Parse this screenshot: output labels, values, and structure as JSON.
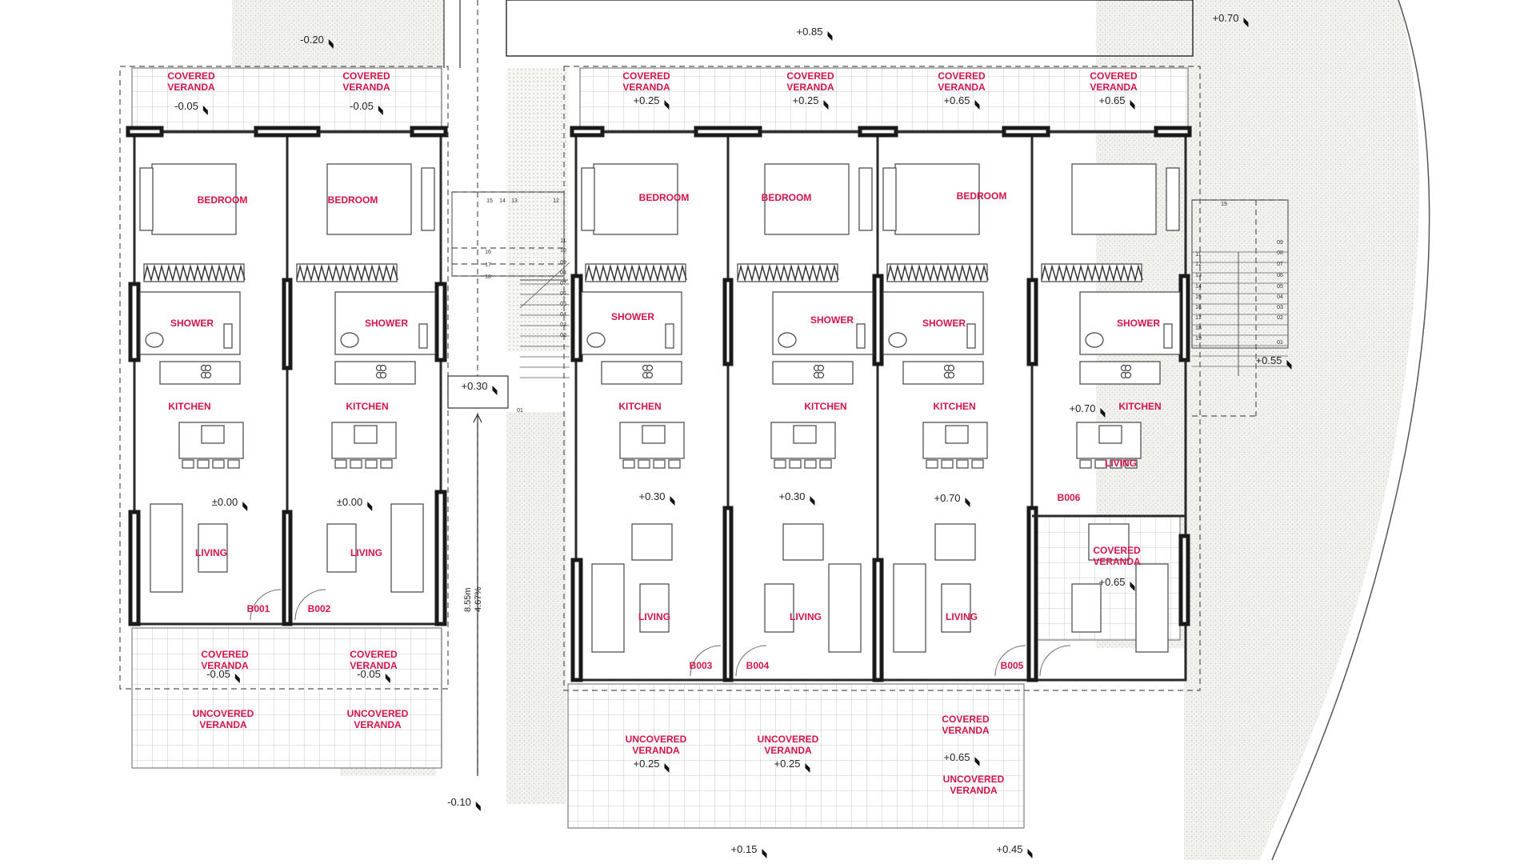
{
  "drawing": {
    "units": [
      {
        "name": "B001",
        "bedroom": "BEDROOM",
        "shower": "SHOWER",
        "kitchen": "KITCHEN",
        "living": "LIVING",
        "floor_level": "±0.00",
        "front_top_line1": "COVERED",
        "front_top_line2": "VERANDA",
        "front_top_level": "-0.05",
        "back_line1": "COVERED",
        "back_line2": "VERANDA",
        "back_level": "-0.05",
        "back2_line1": "UNCOVERED",
        "back2_line2": "VERANDA"
      },
      {
        "name": "B002",
        "bedroom": "BEDROOM",
        "shower": "SHOWER",
        "kitchen": "KITCHEN",
        "living": "LIVING",
        "floor_level": "±0.00",
        "front_top_line1": "COVERED",
        "front_top_line2": "VERANDA",
        "front_top_level": "-0.05",
        "back_line1": "COVERED",
        "back_line2": "VERANDA",
        "back_level": "-0.05",
        "back2_line1": "UNCOVERED",
        "back2_line2": "VERANDA"
      },
      {
        "name": "B003",
        "bedroom": "BEDROOM",
        "shower": "SHOWER",
        "kitchen": "KITCHEN",
        "living": "LIVING",
        "floor_level": "+0.30",
        "front_top_line1": "COVERED",
        "front_top_line2": "VERANDA",
        "front_top_level": "+0.25",
        "back_line1": "UNCOVERED",
        "back_line2": "VERANDA",
        "back_level": "+0.25"
      },
      {
        "name": "B004",
        "bedroom": "BEDROOM",
        "shower": "SHOWER",
        "kitchen": "KITCHEN",
        "living": "LIVING",
        "floor_level": "+0.30",
        "front_top_line1": "COVERED",
        "front_top_line2": "VERANDA",
        "front_top_level": "+0.25",
        "back_line1": "UNCOVERED",
        "back_line2": "VERANDA",
        "back_level": "+0.25"
      },
      {
        "name": "B005",
        "bedroom": "BEDROOM",
        "shower": "SHOWER",
        "kitchen": "KITCHEN",
        "living": "LIVING",
        "floor_level": "+0.70",
        "front_top_line1": "COVERED",
        "front_top_line2": "VERANDA",
        "front_top_level": "+0.65",
        "back_line1": "COVERED",
        "back_line2": "VERANDA",
        "back_level": "+0.65",
        "back2_line1": "UNCOVERED",
        "back2_line2": "VERANDA"
      },
      {
        "name": "B006",
        "shower": "SHOWER",
        "kitchen": "KITCHEN",
        "living": "LIVING",
        "floor_level": "+0.70",
        "front_top_line1": "COVERED",
        "front_top_line2": "VERANDA",
        "front_top_level": "+0.65",
        "back_line1": "COVERED",
        "back_line2": "VERANDA",
        "back_level": "+0.65"
      }
    ],
    "site_levels": {
      "north_left": "-0.20",
      "north_center": "+0.85",
      "north_right": "+0.70",
      "stair_landing": "+0.30",
      "east_stair": "+0.55",
      "south_left": "-0.10",
      "south_center": "+0.15",
      "south_right": "+0.45"
    },
    "ramp_dimension": {
      "length": "8.55m",
      "slope": "4.67%"
    },
    "stair_left_steps": [
      "15",
      "14",
      "13",
      "12",
      "16",
      "11",
      "17",
      "10",
      "18",
      "09",
      "08",
      "07",
      "06",
      "05",
      "04",
      "03",
      "02",
      "01"
    ],
    "stair_right_steps": [
      "19",
      "11",
      "12",
      "13",
      "14",
      "15",
      "16",
      "17",
      "18",
      "19",
      "08",
      "07",
      "06",
      "05",
      "04",
      "03",
      "02",
      "01",
      "09"
    ],
    "accent_color": "#d2144a"
  }
}
